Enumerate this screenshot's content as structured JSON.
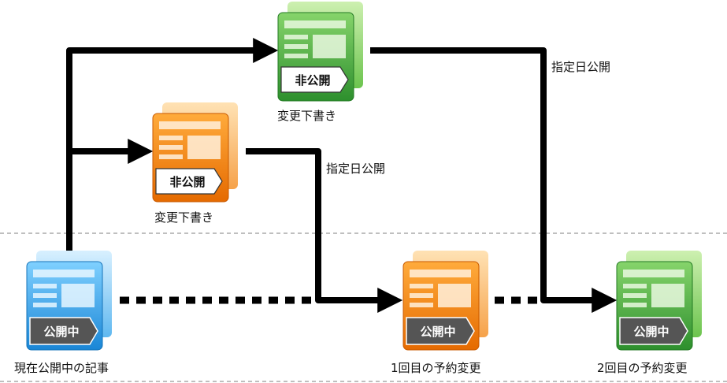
{
  "nodes": {
    "current": {
      "caption": "現在公開中の記事",
      "badge": "公開中",
      "color": "blue"
    },
    "draft1": {
      "caption": "変更下書き",
      "badge": "非公開",
      "color": "orange"
    },
    "draft2": {
      "caption": "変更下書き",
      "badge": "非公開",
      "color": "green"
    },
    "scheduled1": {
      "caption": "1回目の予約変更",
      "badge": "公開中",
      "color": "orange"
    },
    "scheduled2": {
      "caption": "2回目の予約変更",
      "badge": "公開中",
      "color": "green"
    }
  },
  "edges": {
    "draft1_publish": "指定日公開",
    "draft2_publish": "指定日公開"
  },
  "colors": {
    "blue": "#2a9ee6",
    "orange": "#f07a10",
    "green": "#3fa63a",
    "badge_dark": "#555555",
    "arrow": "#000000",
    "dashed_divider": "#999999"
  }
}
